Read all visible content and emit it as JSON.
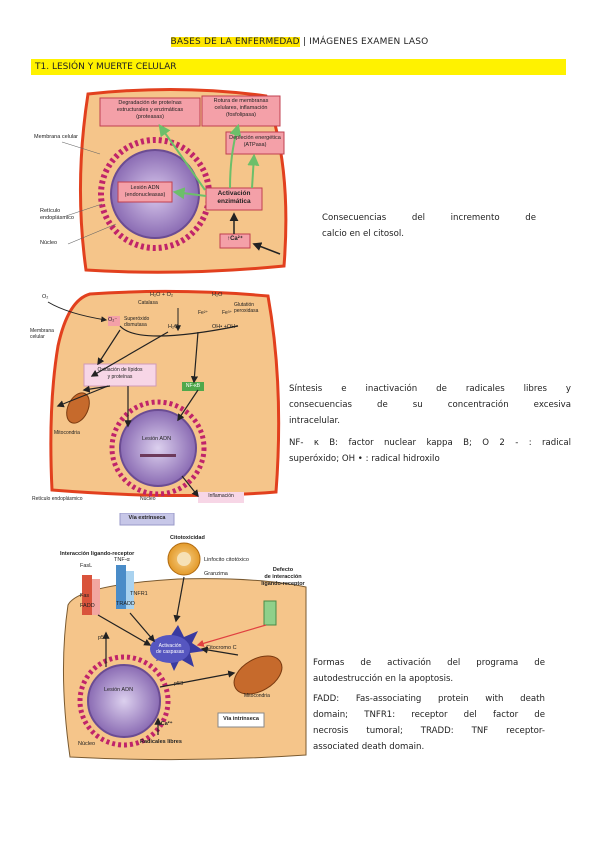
{
  "header": {
    "title_highlight": "BASES DE LA ENFERMEDAD",
    "title_rest": " | IMÁGENES EXAMEN LASO"
  },
  "section": {
    "title": "T1. LESIÓN Y MUERTE CELULAR"
  },
  "figure1": {
    "box_proteasas": [
      "Degradación de proteínas",
      "estructurales y enzimáticas",
      "(proteasas)"
    ],
    "box_fosfolipasa": [
      "Rotura de membranas",
      "celulares, inflamación",
      "(fosfolipasa)"
    ],
    "box_atpasa": [
      "Depleción energética",
      "(ATPasa)"
    ],
    "box_endonucleasas": [
      "Lesión ADN",
      "(endonucleasas)"
    ],
    "activacion": [
      "Activación",
      "enzimática"
    ],
    "calcio": "↑Ca²⁺",
    "membrana": [
      "Membrana celular"
    ],
    "reticulo": [
      "Retículo",
      "endoplásmico"
    ],
    "nucleo": "Núcleo"
  },
  "caption1": {
    "lines": [
      "Consecuencias del incremento de",
      "calcio en el citosol."
    ]
  },
  "figure2": {
    "o2": "O₂",
    "o2_minus": "O₂⁻",
    "superoxido": [
      "Superóxido",
      "dismutasa"
    ],
    "catalasa": "Catalasa",
    "h2o_o2": "H₂O + O₂",
    "h2o2": "H₂O₂",
    "fe2": "Fe²⁺",
    "fe3": "Fe³⁺",
    "h2o": "H₂O",
    "glutation": [
      "Glutatión",
      "peroxidasa"
    ],
    "oh": "OH• +OH⁻",
    "membrana": [
      "Membrana",
      "celular"
    ],
    "oxidacion": [
      "Oxidación de lípidos",
      "y proteínas"
    ],
    "nfkb": "NF-κB",
    "mitocondria": "Mitocondria",
    "lesion_adn": "Lesión ADN",
    "reticulo": "Retículo endoplásmico",
    "nucleo": "Núcleo",
    "inflamacion": "Inflamación"
  },
  "caption2": {
    "lines": [
      "Síntesis e inactivación de radicales libres y",
      "consecuencias de su concentración excesiva",
      "intracelular."
    ],
    "note_lines": [
      "NF- κ B: factor nuclear kappa B; O 2 - : radical",
      "superóxido; OH • : radical hidroxilo"
    ]
  },
  "figure3": {
    "via_extrinseca": "Vía extrínseca",
    "citotoxicidad": "Citotoxicidad",
    "interaccion": "Interacción ligando-receptor",
    "fasl": "FasL",
    "tnf": "TNF-α",
    "fas": "Fas",
    "fadd": "FADD",
    "tnfr1": "TNFR1",
    "tradd": "TRADD",
    "linfocito": "Linfocito citotóxico",
    "granzima": "Granzima",
    "defecto": [
      "Defecto",
      "de interacción",
      "ligando-receptor"
    ],
    "p53_a": "p53",
    "activacion_caspasas": [
      "Activación",
      "de caspasas"
    ],
    "citocromo": "Citocromo C",
    "lesion_adn": "Lesión ADN",
    "p53_b": "p53",
    "mitocondria": "Mitocondria",
    "calcio": "↑Ca²⁺",
    "radicales": "Radicales libres",
    "via_intrinseca": "Vía intrínseca",
    "nucleo": "Núcleo"
  },
  "caption3": {
    "lines": [
      "Formas de activación del programa de",
      "autodestrucción en la apoptosis."
    ],
    "note_lines": [
      "FADD: Fas-associating protein with death",
      "domain; TNFR1: receptor del factor de",
      "necrosis tumoral; TRADD: TNF receptor-",
      "associated death domain."
    ]
  },
  "colors": {
    "cell_fill": "#f5c58a",
    "cell_border": "#e2401e",
    "highlight": "#fff200",
    "nucleus": "#9e7fc0",
    "box_pink": "#f4a0a8",
    "arrow_green": "#7cc47a"
  }
}
